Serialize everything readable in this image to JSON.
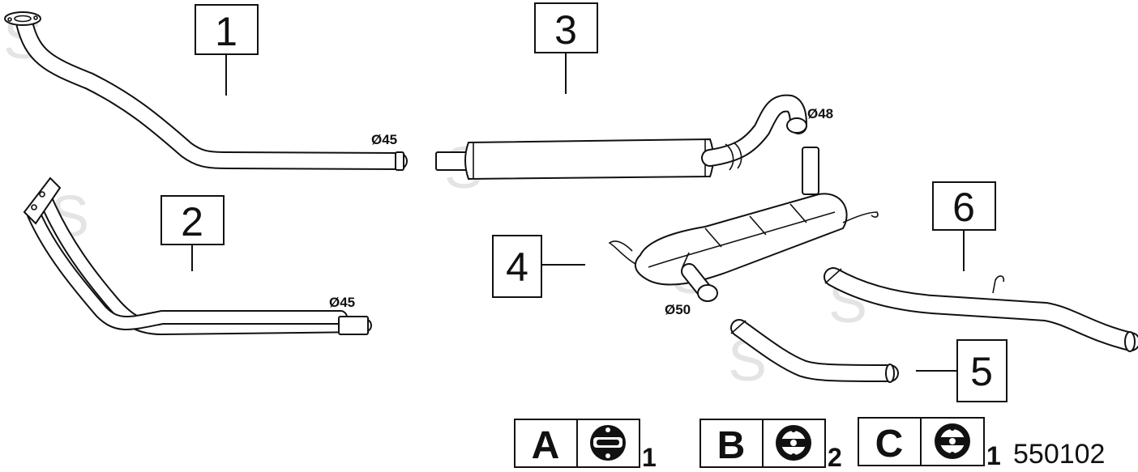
{
  "parts": [
    {
      "number": "1",
      "diameter_label": "Ø45"
    },
    {
      "number": "2",
      "diameter_label": "Ø45"
    },
    {
      "number": "3",
      "diameter_label": "Ø48"
    },
    {
      "number": "4",
      "diameter_label": "Ø50"
    },
    {
      "number": "5",
      "diameter_label": ""
    },
    {
      "number": "6",
      "diameter_label": ""
    }
  ],
  "legend": [
    {
      "letter": "A",
      "icon": "rubber-hanger-a-icon",
      "qty": "1"
    },
    {
      "letter": "B",
      "icon": "rubber-hanger-b-icon",
      "qty": "2"
    },
    {
      "letter": "C",
      "icon": "rubber-hanger-c-icon",
      "qty": "1"
    }
  ],
  "reference_number": "550102",
  "watermark": "S"
}
